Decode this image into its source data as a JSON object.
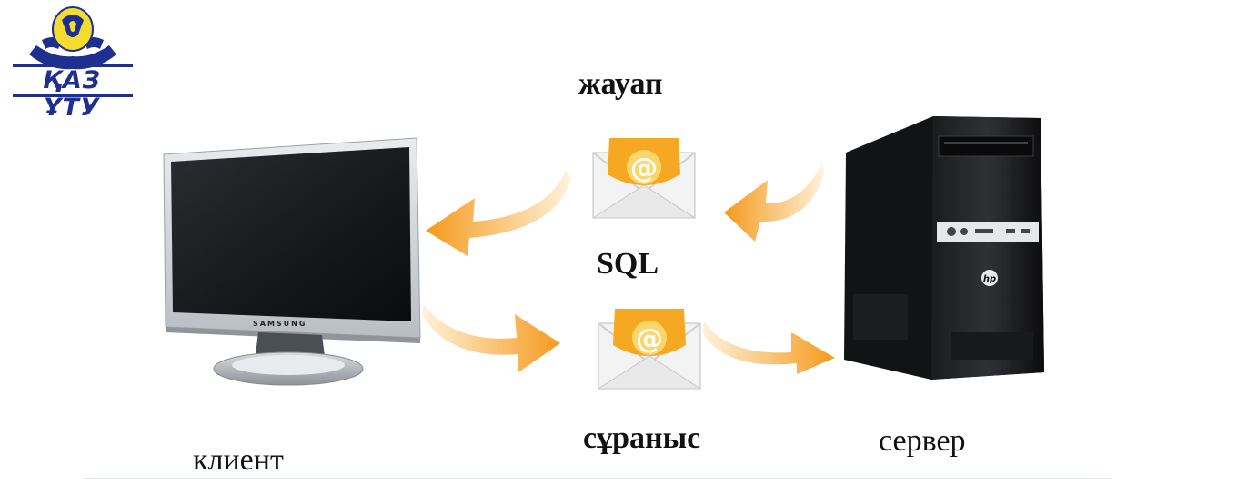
{
  "logo": {
    "text": "ҚАЗ ҰТУ",
    "colors": {
      "blue": "#1f2f8f",
      "yellow": "#f3dc2e"
    }
  },
  "labels": {
    "response": "жауап",
    "sql": "SQL",
    "request": "сұраныс",
    "client": "клиент",
    "server": "сервер"
  },
  "devices": {
    "monitor_brand": "SAMSUNG",
    "server_brand": "hp"
  },
  "icons": {
    "envelope_top": "email-envelope-icon",
    "envelope_bottom": "email-envelope-icon",
    "arrow_color": "#f59a1c"
  }
}
